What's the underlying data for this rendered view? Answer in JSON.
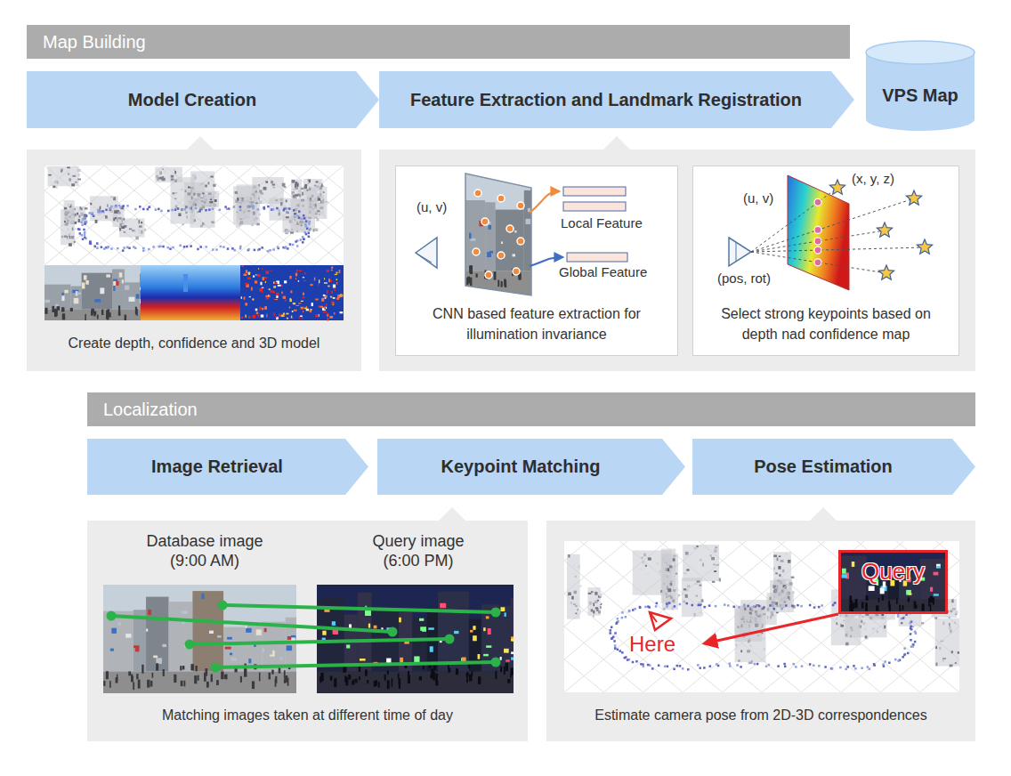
{
  "diagram": {
    "nodes": [
      {
        "text": [
          "Map Building"
        ]
      },
      {
        "text": [
          "Model Creation"
        ]
      },
      {
        "text": [
          "Feature Extraction and Landmark Registration"
        ]
      },
      {
        "text": [
          "VPS Map"
        ]
      },
      {
        "text": [
          "Create depth, confidence and 3D model"
        ]
      },
      {
        "text": [
          "CNN based feature extraction for illumination invariance"
        ]
      },
      {
        "text": [
          "Select strong keypoints based on depth nad confidence map"
        ]
      },
      {
        "text": [
          "Localization"
        ]
      },
      {
        "text": [
          "Image Retrieval"
        ]
      },
      {
        "text": [
          "Keypoint Matching"
        ]
      },
      {
        "text": [
          "Pose Estimation"
        ]
      },
      {
        "text": [
          "Matching images taken at different time of day"
        ]
      },
      {
        "text": [
          "Estimate camera pose from 2D-3D correspondences"
        ]
      },
      {
        "text": [
          "Query"
        ],
        "in": 12
      }
    ],
    "labels": [
      "(u, v)",
      "Local Feature",
      "Global Feature",
      "(u, v)",
      "(x, y, z)",
      "(pos, rot)",
      "Database image (9:00 AM)",
      "Query image (6:00 PM)",
      "Here"
    ]
  }
}
